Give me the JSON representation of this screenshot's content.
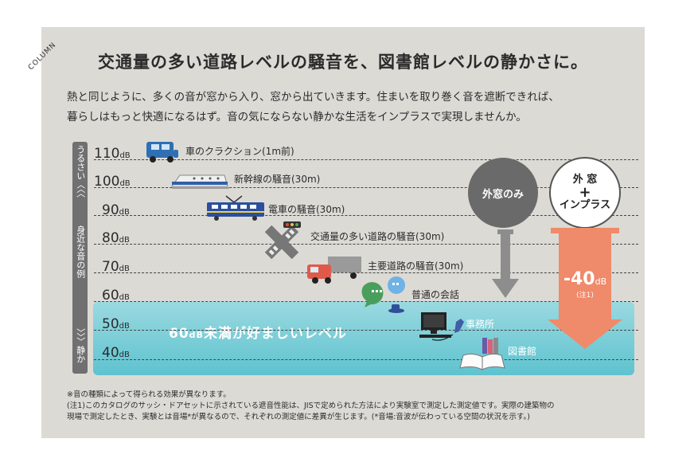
{
  "column_tag": "COLUMN",
  "headline": "交通量の多い道路レベルの騒音を、図書館レベルの静かさに。",
  "intro": [
    "熱と同じように、多くの音が窓から入り、窓から出ていきます。住まいを取り巻く音を遮断できれば、",
    "暮らしはもっと快適になるはず。音の気にならない静かな生活をインプラスで実現しませんか。"
  ],
  "axis": {
    "top_label": "うるさい〈〈〈",
    "middle_label": "身近な音の例",
    "bottom_label": "〉〉〉静か"
  },
  "levels": [
    {
      "value": "110",
      "unit": "dB"
    },
    {
      "value": "100",
      "unit": "dB"
    },
    {
      "value": "90",
      "unit": "dB"
    },
    {
      "value": "80",
      "unit": "dB"
    },
    {
      "value": "70",
      "unit": "dB"
    },
    {
      "value": "60",
      "unit": "dB"
    },
    {
      "value": "50",
      "unit": "dB"
    },
    {
      "value": "40",
      "unit": "dB"
    }
  ],
  "sources": [
    {
      "label": "車のクラクション(1m前)",
      "icon": "car-icon"
    },
    {
      "label": "新幹線の騒音(30m)",
      "icon": "bullet-train-icon"
    },
    {
      "label": "電車の騒音(30m)",
      "icon": "train-icon"
    },
    {
      "label": "交通量の多い道路の騒音(30m)",
      "icon": "crossing-icon"
    },
    {
      "label": "主要道路の騒音(30m)",
      "icon": "truck-icon"
    },
    {
      "label": "普通の会話",
      "icon": "chat-icon"
    },
    {
      "label": "事務所",
      "icon": "office-icon"
    },
    {
      "label": "図書館",
      "icon": "library-icon"
    }
  ],
  "band": {
    "prefix": "60",
    "unit": "dB",
    "suffix": "未満が好ましいレベル"
  },
  "outer_window": "外窓のみ",
  "inplus": {
    "line1": "外 窓",
    "plus": "+",
    "line2": "インプラス"
  },
  "reduction": {
    "value": "-40",
    "unit": "dB",
    "note": "(注1)"
  },
  "colors": {
    "panel": "#dcdad5",
    "quiet_band": "#6cc8d2",
    "arrow_orange": "#ef8a6a",
    "arrow_gray": "#8d8d8d"
  },
  "notes": [
    "※音の種類によって得られる効果が異なります。",
    "(注1)このカタログのサッシ・ドアセットに示されている遮音性能は、JISで定められた方法により実験室で測定した測定値です。実際の建築物の",
    "現場で測定したとき、実験とは音場*が異なるので、それぞれの測定値に差異が生じます。(*音場:音波が伝わっている空間の状況を示す。)"
  ]
}
